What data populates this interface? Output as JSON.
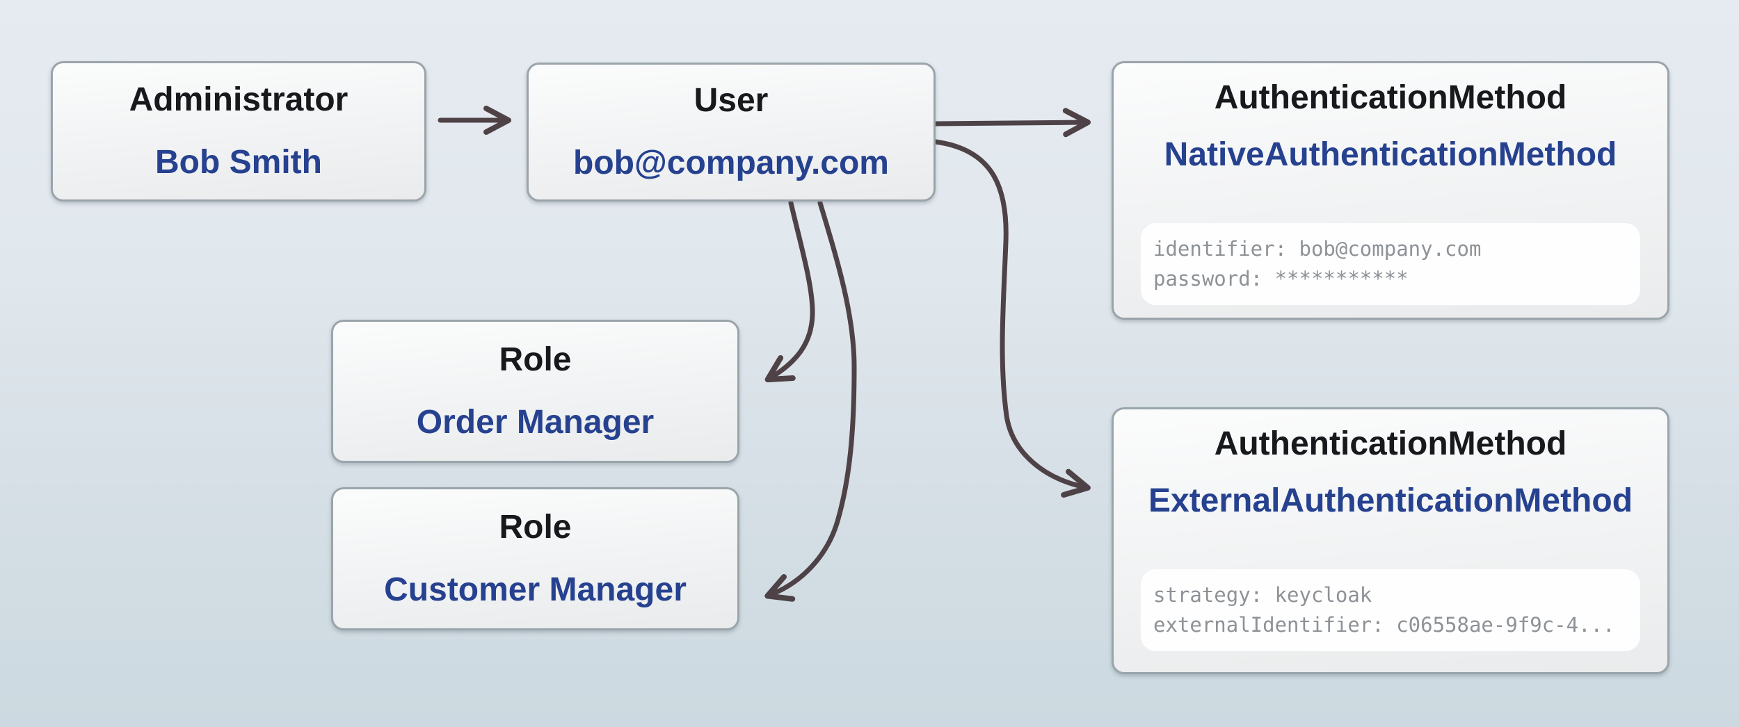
{
  "diagram": {
    "nodes": {
      "administrator": {
        "title": "Administrator",
        "value": "Bob Smith"
      },
      "user": {
        "title": "User",
        "value": "bob@company.com"
      },
      "native_auth": {
        "title": "AuthenticationMethod",
        "value": "NativeAuthenticationMethod",
        "attr1": "identifier: bob@company.com",
        "attr2": "password: ***********"
      },
      "order_role": {
        "title": "Role",
        "value": "Order Manager"
      },
      "customer_role": {
        "title": "Role",
        "value": "Customer Manager"
      },
      "external_auth": {
        "title": "AuthenticationMethod",
        "value": "ExternalAuthenticationMethod",
        "attr1": "strategy: keycloak",
        "attr2": "externalIdentifier: c06558ae-9f9c-4..."
      }
    },
    "edges": [
      {
        "from": "administrator",
        "to": "user"
      },
      {
        "from": "user",
        "to": "native_auth"
      },
      {
        "from": "user",
        "to": "external_auth"
      },
      {
        "from": "user",
        "to": "order_role"
      },
      {
        "from": "user",
        "to": "customer_role"
      }
    ],
    "colors": {
      "title_text": "#17191d",
      "value_text": "#26418f",
      "attribute_text": "#8d9297",
      "arrow": "#4e4247",
      "node_border": "#9aa4ab",
      "background_top": "#e6ebf1",
      "background_bottom": "#ccd9e0"
    }
  }
}
